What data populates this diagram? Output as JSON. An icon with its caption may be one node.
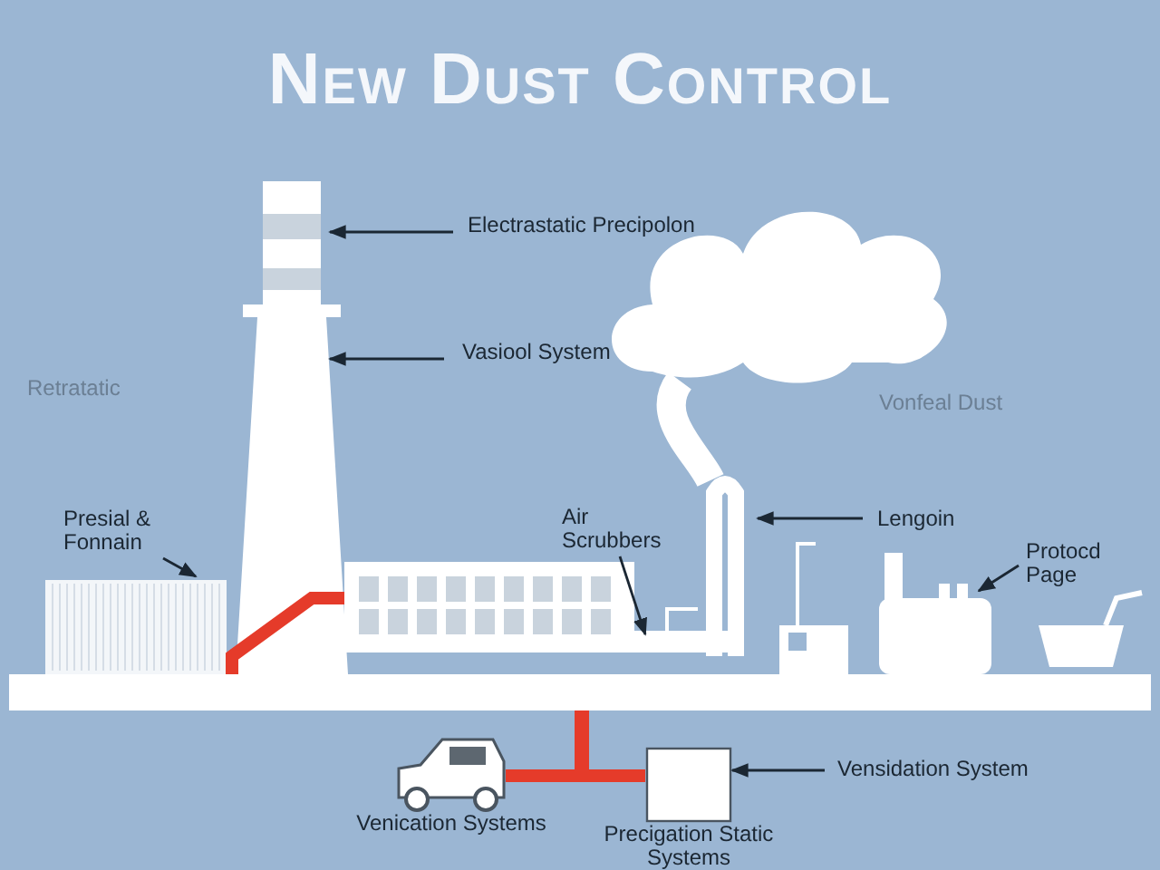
{
  "diagram": {
    "title": "New Dust Control",
    "nodes": [
      {
        "text": [
          "Electrastatic Precipolon"
        ]
      },
      {
        "text": [
          "Vasiool System"
        ]
      },
      {
        "text": [
          "Presial & Fonnain"
        ]
      },
      {
        "text": [
          "Air Scrubbers"
        ]
      },
      {
        "text": [
          "Lengoin"
        ]
      },
      {
        "text": [
          "Protocd Page"
        ]
      },
      {
        "text": [],
        "shape": "picture",
        "beside": [
          "Venication Systems"
        ]
      },
      {
        "text": [],
        "shape": "box",
        "beside": [
          "Precigation Static Systems"
        ]
      },
      {
        "text": [
          "Vensidation System"
        ]
      }
    ],
    "edges": [
      {
        "from": 0,
        "to": null,
        "arrow": "to"
      },
      {
        "from": 1,
        "to": null,
        "arrow": "to"
      },
      {
        "from": 2,
        "to": null,
        "arrow": "to"
      },
      {
        "from": 3,
        "to": null,
        "arrow": "to"
      },
      {
        "from": 4,
        "to": null,
        "arrow": "to"
      },
      {
        "from": 5,
        "to": null,
        "arrow": "to"
      },
      {
        "from": 6,
        "to": 7,
        "arrow": "none",
        "style": "thick",
        "color": "#e53b2a"
      },
      {
        "from": 8,
        "to": 7,
        "arrow": "to"
      }
    ],
    "labels": [
      "Retratatic",
      "Vonfeal Dust"
    ]
  }
}
